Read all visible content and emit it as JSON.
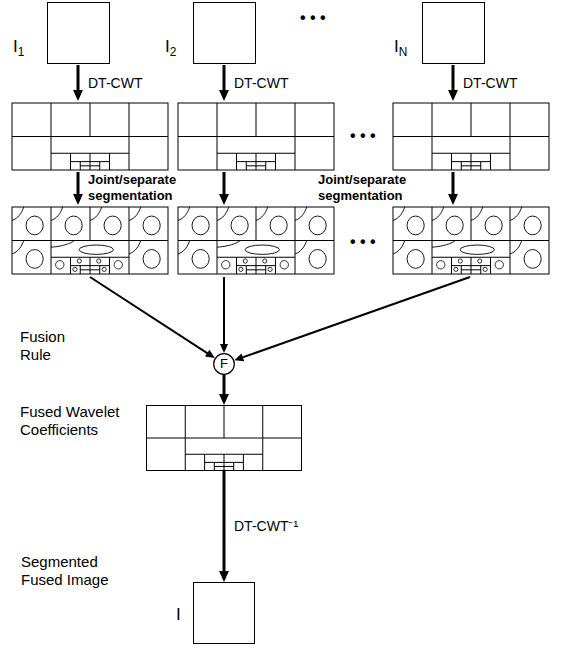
{
  "diagram": {
    "nodes": [
      {
        "text": [
          "I1"
        ]
      },
      {
        "text": [
          "I2"
        ]
      },
      {
        "text": [
          "IN"
        ]
      },
      {
        "text": [
          "F"
        ]
      },
      {
        "text": [
          "Fused Wavelet Coefficients"
        ]
      },
      {
        "text": [
          "Segmented Fused Image",
          "I"
        ]
      }
    ],
    "edges": [
      {
        "from": 3,
        "to": 4,
        "arrow": "to"
      },
      {
        "from": 4,
        "to": 5,
        "label": "DT-CWT⁻¹",
        "arrow": "to"
      }
    ],
    "labels": [
      "• • •",
      "DT-CWT",
      "DT-CWT",
      "DT-CWT",
      "• • •",
      "Joint/separate segmentation",
      "Joint/separate segmentation",
      "• • •",
      "Fusion Rule"
    ]
  }
}
